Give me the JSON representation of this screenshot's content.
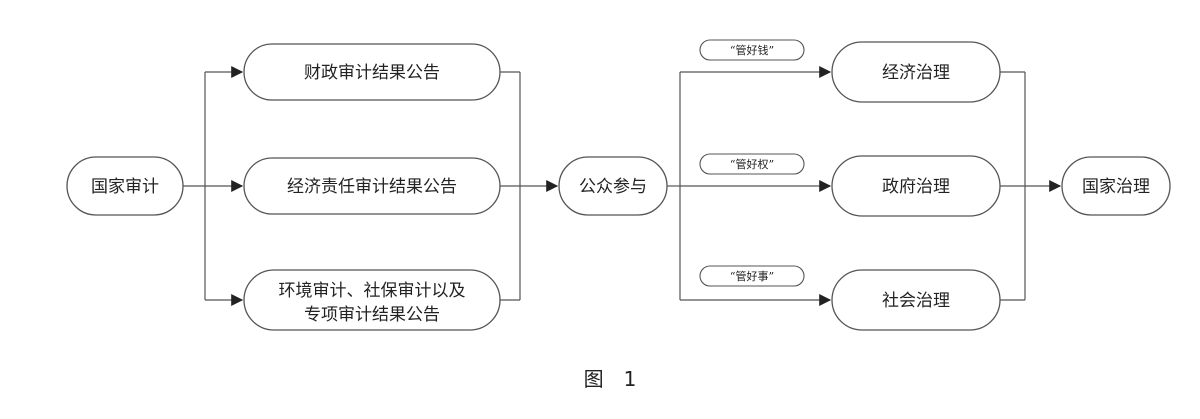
{
  "diagram": {
    "nodes": {
      "national_audit": "国家审计",
      "fiscal_audit": "财政审计结果公告",
      "economic_resp_audit": "经济责任审计结果公告",
      "env_audit_line1": "环境审计、社保审计以及",
      "env_audit_line2": "专项审计结果公告",
      "public_participation": "公众参与",
      "economic_gov": "经济治理",
      "government_gov": "政府治理",
      "social_gov": "社会治理",
      "national_gov": "国家治理"
    },
    "tags": {
      "money": "“管好钱”",
      "power": "“管好权”",
      "affairs": "“管好事”"
    }
  },
  "caption": "图　1"
}
